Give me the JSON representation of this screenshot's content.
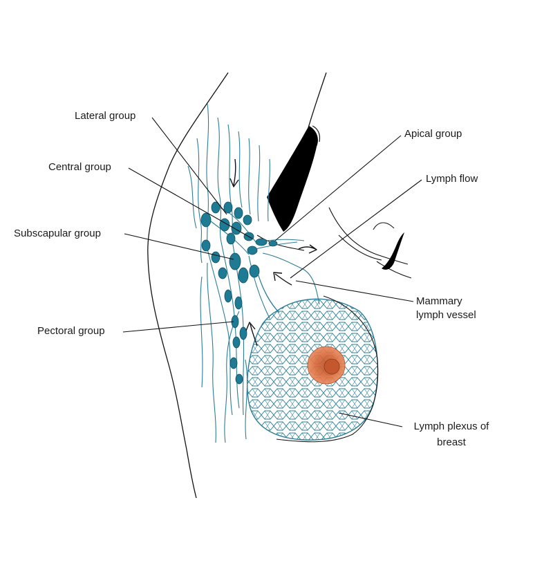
{
  "labels": {
    "lateral_group": "Lateral group",
    "central_group": "Central group",
    "subscapular_group": "Subscapular group",
    "pectoral_group": "Pectoral group",
    "apical_group": "Apical group",
    "lymph_flow": "Lymph flow",
    "mammary_line1": "Mammary",
    "mammary_line2": "lymph vessel",
    "plexus_line1": "Lymph plexus of",
    "plexus_line2": "breast"
  },
  "colors": {
    "node_fill": "#1f7a93",
    "vessel_stroke": "#2a7d96",
    "areola": "#d9693a",
    "outline": "#111111"
  }
}
